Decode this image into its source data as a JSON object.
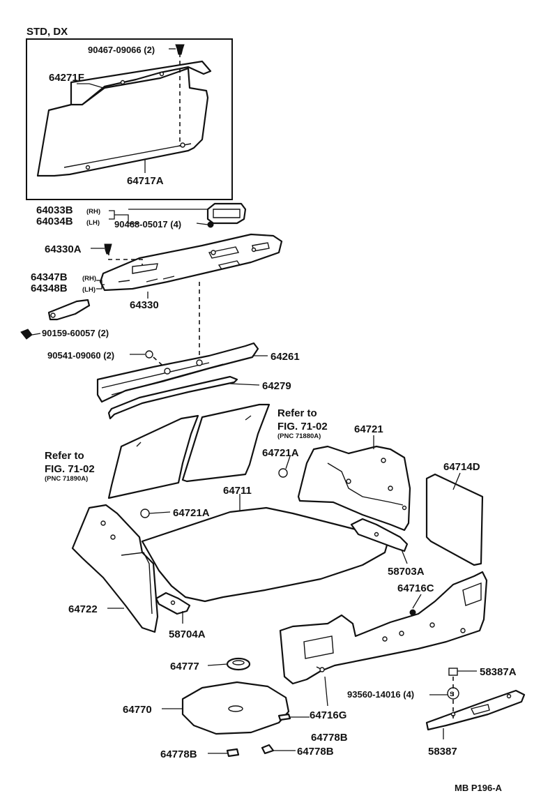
{
  "variant": "STD, DX",
  "parts": {
    "p90467": "90467-09066 (2)",
    "p64271F": "64271F",
    "p64717A": "64717A",
    "p64033B": "64033B",
    "p64034B": "64034B",
    "rh": "(RH)",
    "lh": "(LH)",
    "p90468": "90468-05017 (4)",
    "p64330A": "64330A",
    "p64347B": "64347B",
    "p64348B": "64348B",
    "p64330": "64330",
    "p90159": "90159-60057 (2)",
    "p90541": "90541-09060 (2)",
    "p64261": "64261",
    "p64279": "64279",
    "refer_to": "Refer to",
    "fig": "FIG. 71-02",
    "pnc_a": "(PNC 71880A)",
    "pnc_b": "(PNC 71890A)",
    "p64721": "64721",
    "p64721A": "64721A",
    "p64714D": "64714D",
    "p64711": "64711",
    "p58703A": "58703A",
    "p64716C": "64716C",
    "p64722": "64722",
    "p58704A": "58704A",
    "p64777": "64777",
    "p58387A": "58387A",
    "p93560": "93560-14016 (4)",
    "p64770": "64770",
    "p64716G": "64716G",
    "p64778B": "64778B",
    "p58387": "58387"
  },
  "figure_code": "MB  P196-A"
}
